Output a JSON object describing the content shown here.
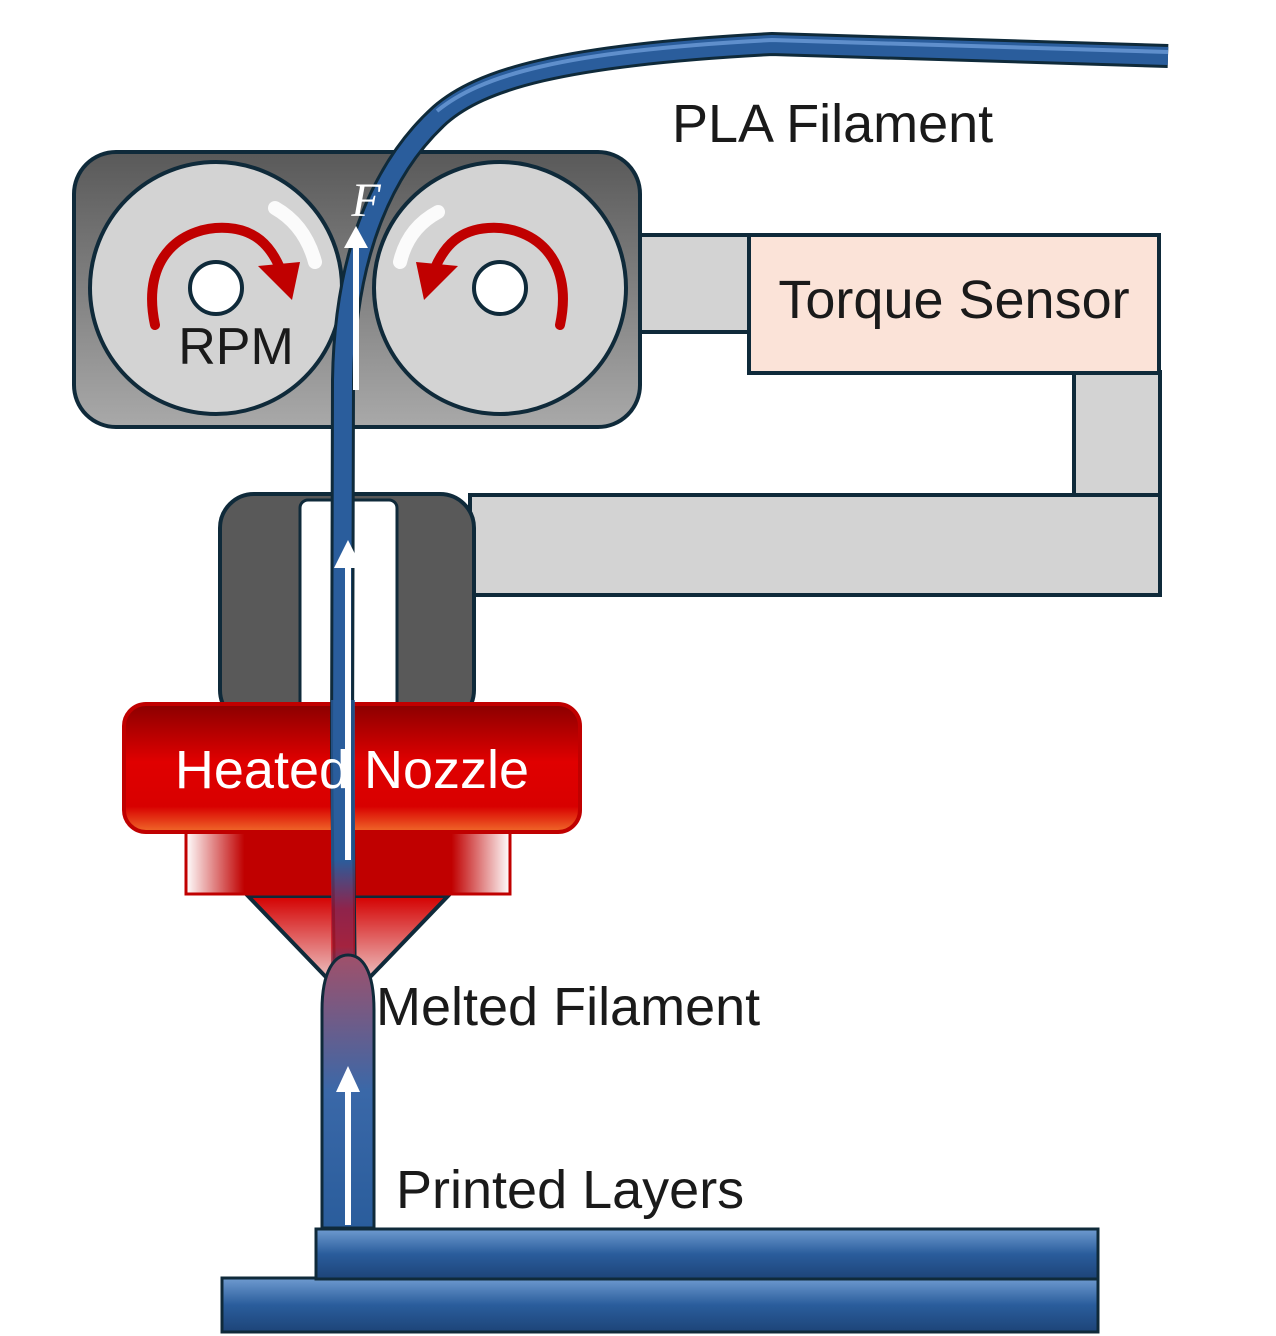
{
  "labels": {
    "pla_filament": "PLA Filament",
    "torque_sensor": "Torque Sensor",
    "rpm": "RPM",
    "force_symbol": "F",
    "heated_nozzle": "Heated Nozzle",
    "melted_filament": "Melted Filament",
    "printed_layers": "Printed Layers"
  },
  "colors": {
    "filament_blue": "#2a5d9c",
    "housing_dark": "#5a5a5a",
    "gear_gray": "#d3d3d3",
    "outline": "#0f2a3a",
    "sensor_fill": "#fbe3d8",
    "arrow_red": "#c00000",
    "nozzle_red": "#c00000"
  },
  "icons": [
    "rotation-arrow-icon",
    "force-arrow-icon",
    "flow-arrow-icon"
  ]
}
